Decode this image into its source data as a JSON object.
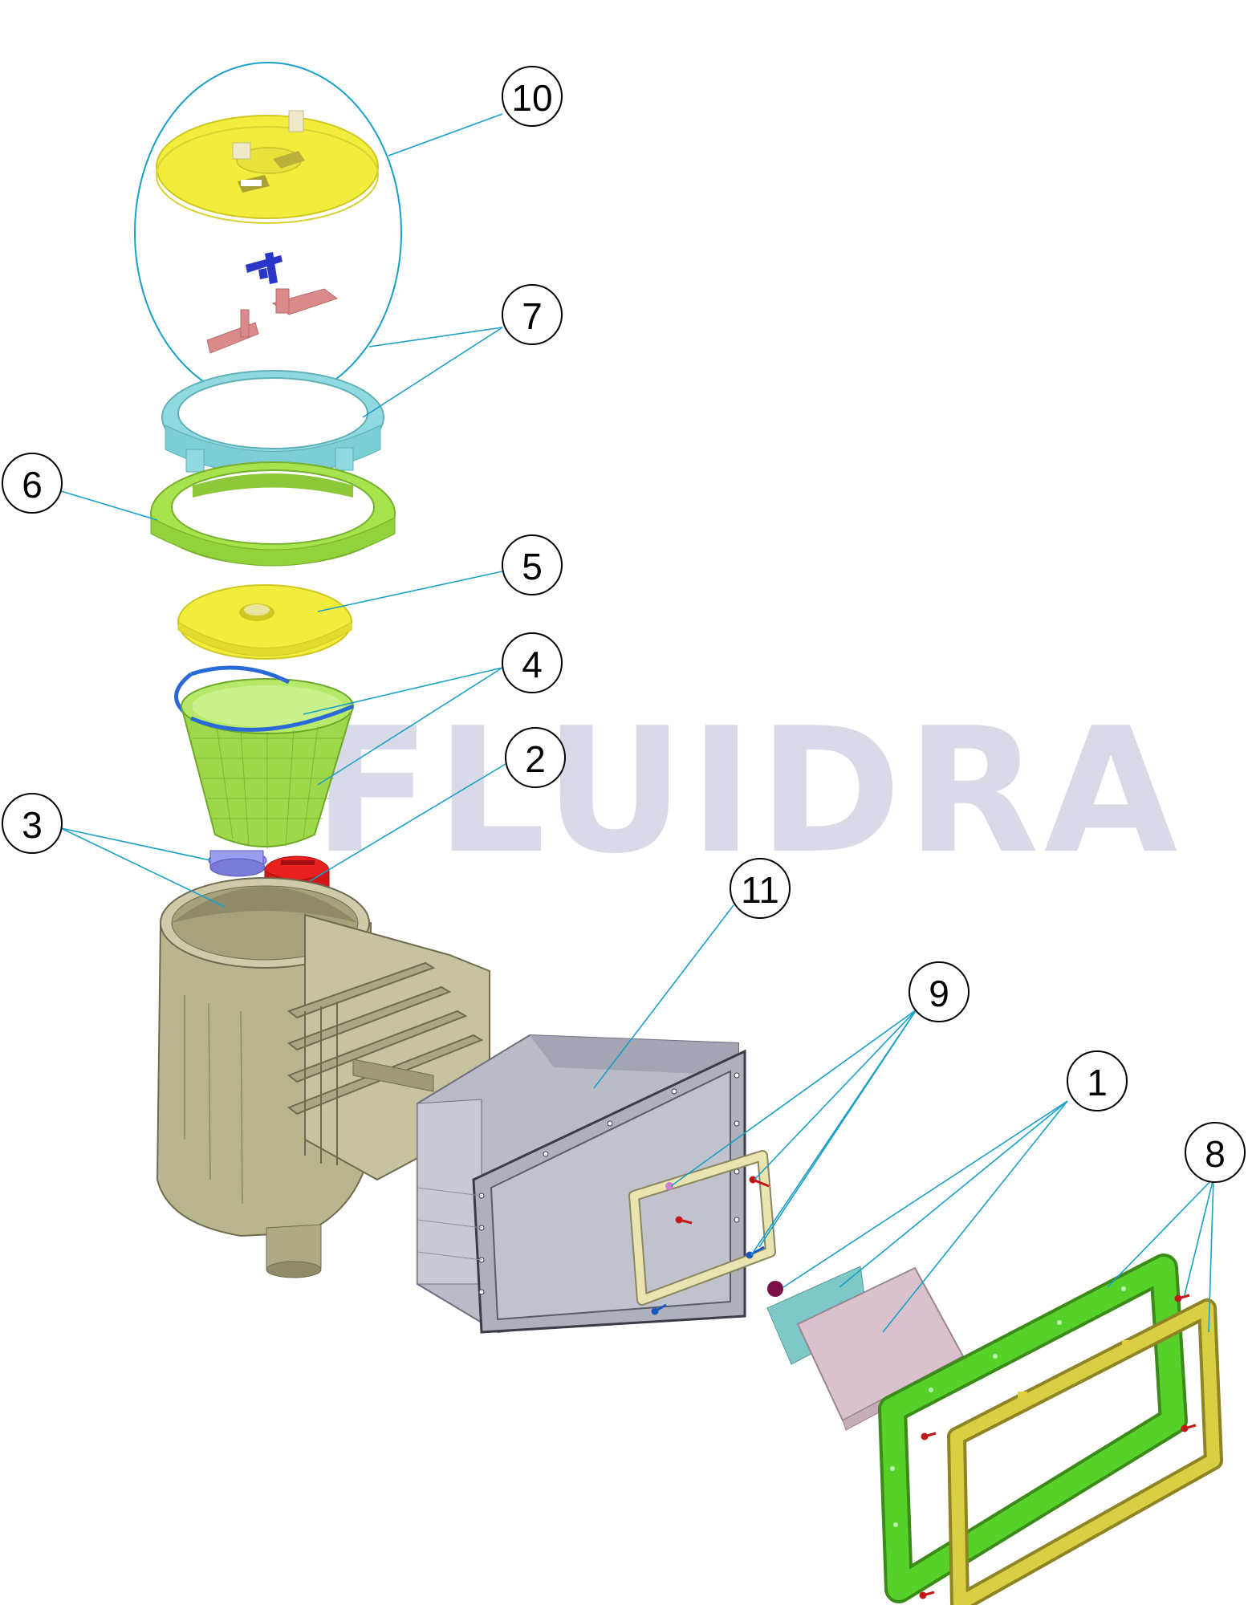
{
  "watermark": "FLUIDRA",
  "callouts": [
    {
      "id": "c10",
      "label": "10"
    },
    {
      "id": "c7",
      "label": "7"
    },
    {
      "id": "c6",
      "label": "6"
    },
    {
      "id": "c5",
      "label": "5"
    },
    {
      "id": "c4",
      "label": "4"
    },
    {
      "id": "c2",
      "label": "2"
    },
    {
      "id": "c3",
      "label": "3"
    },
    {
      "id": "c11",
      "label": "11"
    },
    {
      "id": "c9",
      "label": "9"
    },
    {
      "id": "c1",
      "label": "1"
    },
    {
      "id": "c8",
      "label": "8"
    }
  ],
  "colors": {
    "leader": "#1aa0c8",
    "lid_yellow": "#f2ec3c",
    "ring_cyan": "#8fd9df",
    "collar_green": "#a6e34d",
    "basket_green": "#9ed84a",
    "body_khaki": "#b9b58f",
    "mouth_grey": "#b9bcc7",
    "frame_green": "#56d12a",
    "frame_gold": "#d8cf44",
    "flap_pink": "#d9c2cd",
    "flap_teal": "#7fc8c8",
    "plug_red": "#e82020",
    "plug_violet": "#8f8fe6"
  }
}
